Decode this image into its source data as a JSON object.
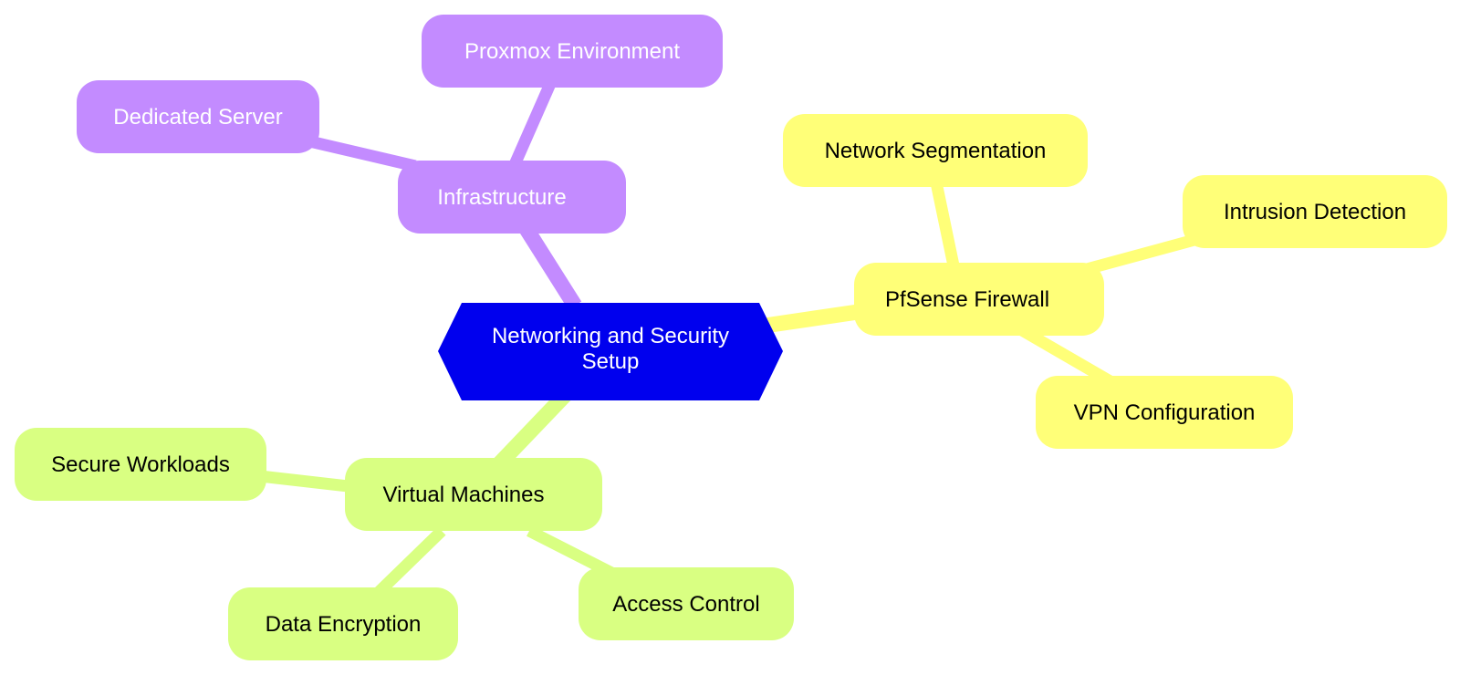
{
  "colors": {
    "background": "#ffffff",
    "root_fill": "#0000ee",
    "root_text": "#ffffff",
    "infrastructure": "#c38bff",
    "infrastructure_text": "#ffffff",
    "firewall": "#ffff78",
    "firewall_text": "#000000",
    "virtual_machines": "#d9ff82",
    "virtual_machines_text": "#000000"
  },
  "root": {
    "line1": "Networking and Security",
    "line2": "Setup"
  },
  "branches": {
    "infrastructure": {
      "label": "Infrastructure",
      "children": [
        "Proxmox Environment",
        "Dedicated Server"
      ]
    },
    "firewall": {
      "label": "PfSense Firewall",
      "children": [
        "Network Segmentation",
        "Intrusion Detection",
        "VPN Configuration"
      ]
    },
    "virtual_machines": {
      "label": "Virtual Machines",
      "children": [
        "Secure Workloads",
        "Data Encryption",
        "Access Control"
      ]
    }
  }
}
